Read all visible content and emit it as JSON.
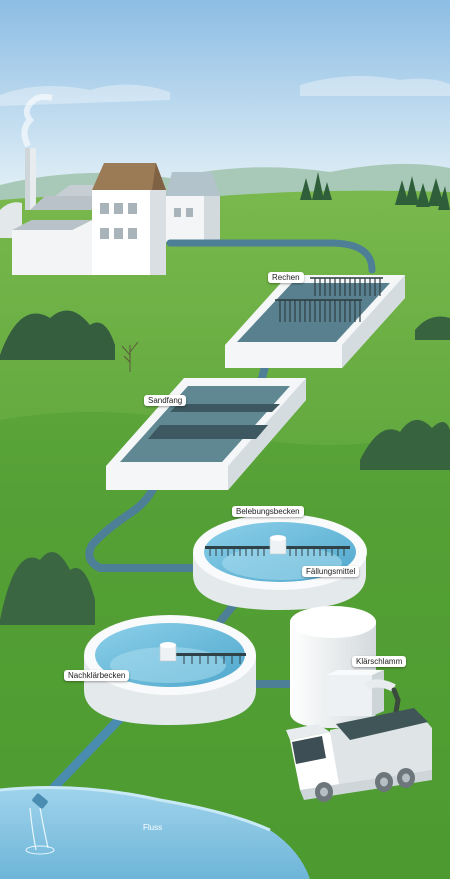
{
  "labels": {
    "rechen": "Rechen",
    "sandfang": "Sandfang",
    "belebungsbecken": "Belebungsbecken",
    "faellungsmittel": "Fällungsmittel",
    "nachklaerbecken": "Nachklärbecken",
    "klaerschlamm": "Klärschlamm",
    "fluss": "Fluss"
  },
  "colors": {
    "sky_top": "#8fc0e6",
    "sky_bottom": "#e9f4f9",
    "grass": "#5aa63a",
    "grass_dark": "#3f8a2a",
    "water": "#7ec4e2",
    "pipe": "#5b8aa0",
    "concrete": "#f4f6f7"
  }
}
